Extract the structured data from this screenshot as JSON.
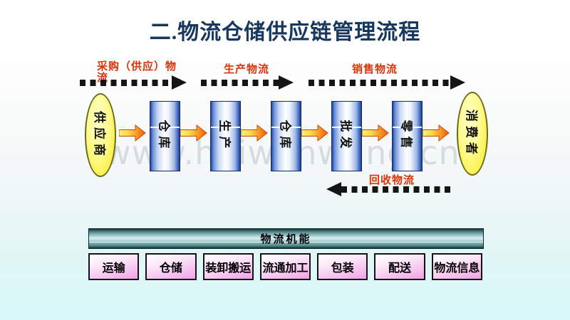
{
  "title": "二.物流仓储供应链管理流程",
  "watermark": "www.huiwenwang.cn",
  "flow": {
    "top_arrows": [
      {
        "label": "采购（供应）物流"
      },
      {
        "label": "生产物流"
      },
      {
        "label": "销售物流"
      }
    ],
    "reverse_arrow": {
      "label": "回收物流"
    },
    "source": {
      "label": "供应商"
    },
    "stages": [
      {
        "label": "仓库"
      },
      {
        "label": "生产"
      },
      {
        "label": "仓库"
      },
      {
        "label": "批发"
      },
      {
        "label": "零售"
      }
    ],
    "sink": {
      "label": "消费者"
    }
  },
  "functions": {
    "header": "物流机能",
    "items": [
      {
        "label": "运输"
      },
      {
        "label": "仓储"
      },
      {
        "label": "装卸搬运"
      },
      {
        "label": "流通加工"
      },
      {
        "label": "包装"
      },
      {
        "label": "配送"
      },
      {
        "label": "物流信息"
      }
    ]
  },
  "colors": {
    "title_navy": "#17375e",
    "flow_label_red": "#dd3309",
    "cylinder_blue": "#2b50a8",
    "ellipse_yellow": "#faf044",
    "function_box_pink": "#f0a0e6",
    "function_bar_teal": "#2f6b6b",
    "arrow_orange": "#ef5a0c",
    "background_cyan": "#d7fafa"
  }
}
